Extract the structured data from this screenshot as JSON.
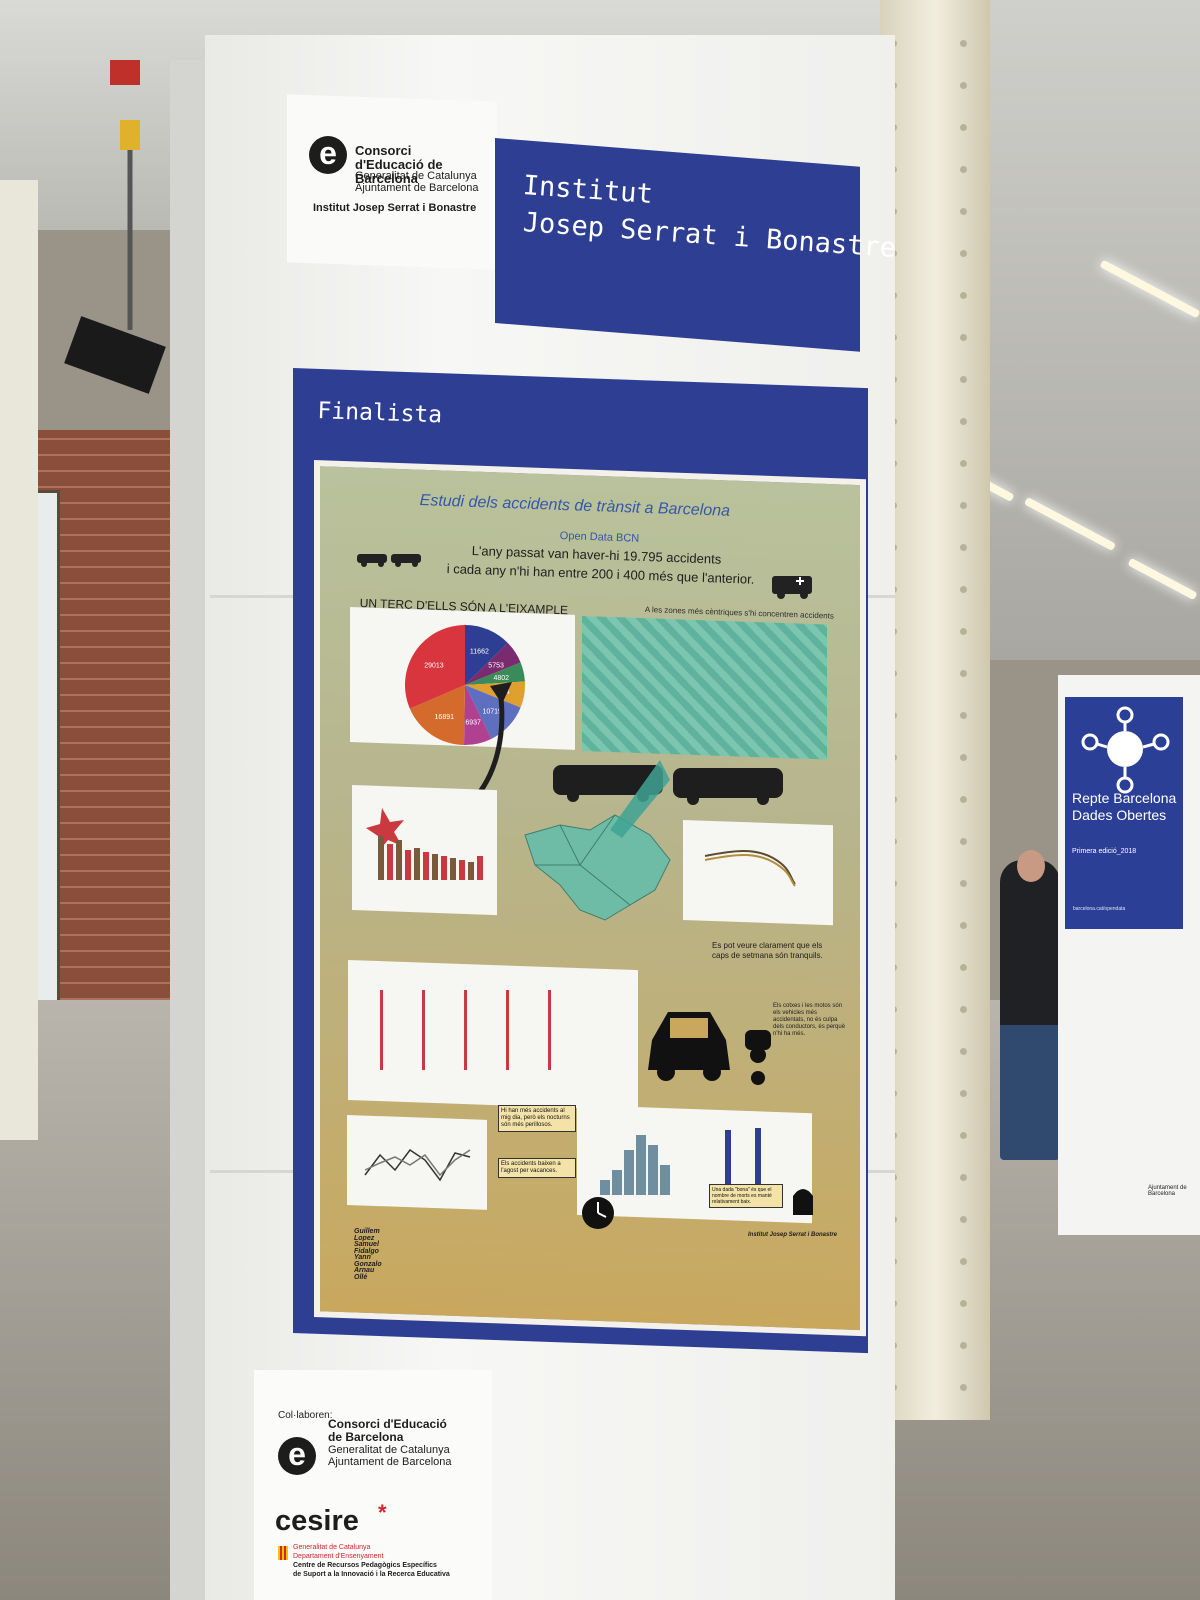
{
  "header": {
    "org_name": "Consorci d'Educació de Barcelona",
    "org_gov": "Generalitat de Catalunya",
    "org_city": "Ajuntament de Barcelona",
    "org_school": "Institut Josep Serrat i Bonastre",
    "title_line1": "Institut",
    "title_line2": "Josep Serrat i Bonastre"
  },
  "finalist": {
    "label": "Finalista"
  },
  "poster": {
    "title": "Estudi dels accidents de trànsit a Barcelona",
    "subtitle": "Open Data BCN",
    "line1": "L'any passat van haver-hi 19.795 accidents",
    "line2": "i cada any n'hi han entre 200 i 400 més que l'anterior.",
    "heading": "UN TERÇ D'ELLS SÓN A L'EIXAMPLE",
    "zones_text": "A les zones més cèntriques s'hi concentren accidents",
    "pie_values": [
      "11662",
      "5753",
      "4802",
      "6504",
      "10719",
      "6937",
      "16891",
      "29013"
    ],
    "weekend_text": "Es pot veure clarament que els caps de setmana són tranquils.",
    "conductors_text": "Els cotxes i les motos són els vehicles més accidentats, no és culpa dels conductors, és perquè n'hi ha més.",
    "note1": "Hi han més accidents al mig dia, però els nocturns són més perillosos.",
    "note2": "Els accidents baixen a l'agost per vacances.",
    "note3": "Una dada \"bona\" és que el nombre de morts es manté relativament baix.",
    "authors": [
      "Guillem Lopez",
      "Samuel Fidalgo",
      "Yann Gonzalo",
      "Arnau Ollé"
    ],
    "school": "Institut Josep Serrat i Bonastre",
    "colors": {
      "frame": "#2e3f93",
      "accent_red": "#c9393f",
      "map_teal": "#6fbca6"
    }
  },
  "collaborators": {
    "label": "Col·laboren:",
    "org_name": "Consorci d'Educació de Barcelona",
    "org_gov": "Generalitat de Catalunya",
    "org_city": "Ajuntament de Barcelona",
    "cesire": "cesire",
    "gen": "Generalitat de Catalunya",
    "dept": "Departament d'Ensenyament",
    "centre1": "Centre de Recursos Pedagògics Específics",
    "centre2": "de Suport a la Innovació i la Recerca Educativa"
  },
  "side_stand": {
    "title": "Repte Barcelona Dades Obertes",
    "subtitle": "Primera edició_2018",
    "url": "barcelona.cat/opendata",
    "logo": "Ajuntament de Barcelona"
  }
}
